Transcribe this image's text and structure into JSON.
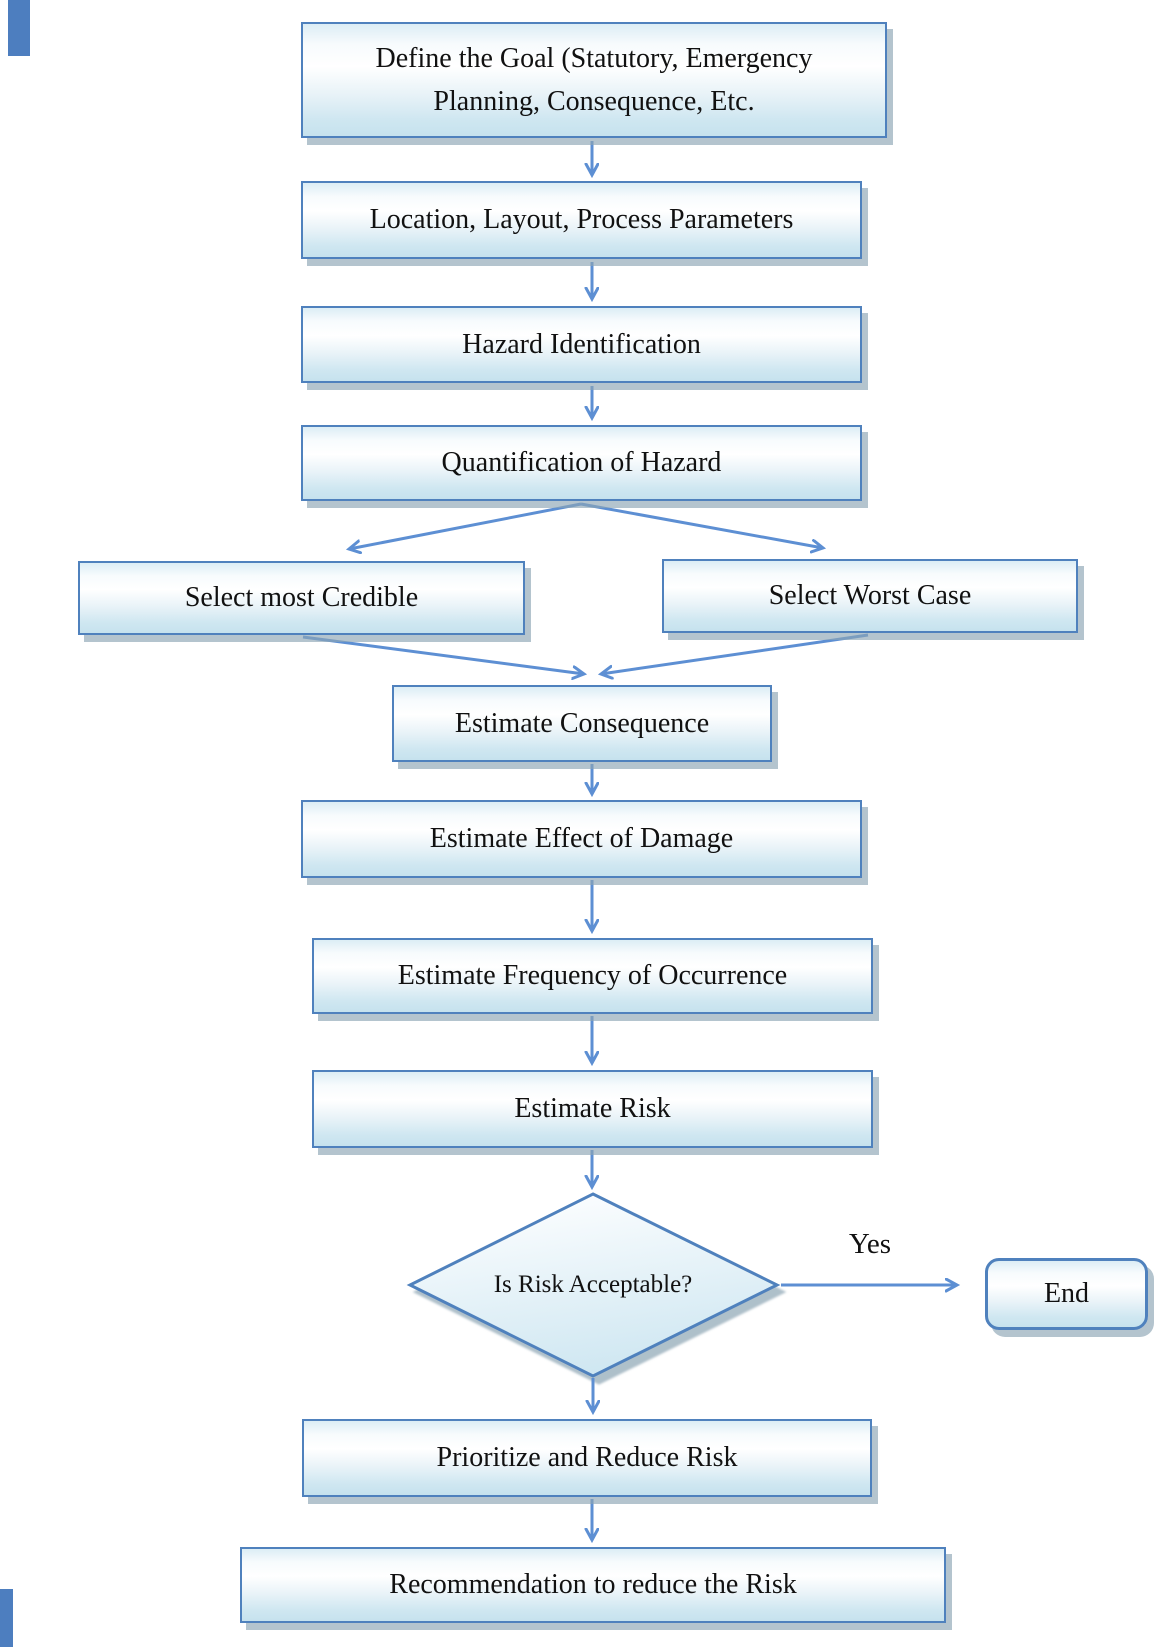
{
  "flowchart": {
    "nodes": {
      "define_goal": {
        "label": "Define the Goal (Statutory, Emergency Planning, Consequence, Etc."
      },
      "location_layout": {
        "label": "Location, Layout, Process Parameters"
      },
      "hazard_identification": {
        "label": "Hazard Identification"
      },
      "quantification_hazard": {
        "label": "Quantification of Hazard"
      },
      "select_most_credible": {
        "label": "Select most Credible"
      },
      "select_worst_case": {
        "label": "Select Worst Case"
      },
      "estimate_consequence": {
        "label": "Estimate Consequence"
      },
      "estimate_effect_damage": {
        "label": "Estimate Effect of Damage"
      },
      "estimate_frequency": {
        "label": "Estimate Frequency of Occurrence"
      },
      "estimate_risk": {
        "label": "Estimate Risk"
      },
      "is_risk_acceptable": {
        "label": "Is Risk Acceptable?"
      },
      "end": {
        "label": "End"
      },
      "prioritize_reduce": {
        "label": "Prioritize and Reduce Risk"
      },
      "recommendation": {
        "label": "Recommendation to reduce the Risk"
      }
    },
    "edge_labels": {
      "yes": "Yes"
    },
    "colors": {
      "box_border": "#4f81bd",
      "arrow": "#5d8fd3",
      "box_fill_top": "#dcedf5",
      "box_fill_bottom": "#c6e2ee",
      "shadow": "#8ca5b4",
      "text": "#111111",
      "corner_artifact": "#4d7ebf"
    }
  }
}
